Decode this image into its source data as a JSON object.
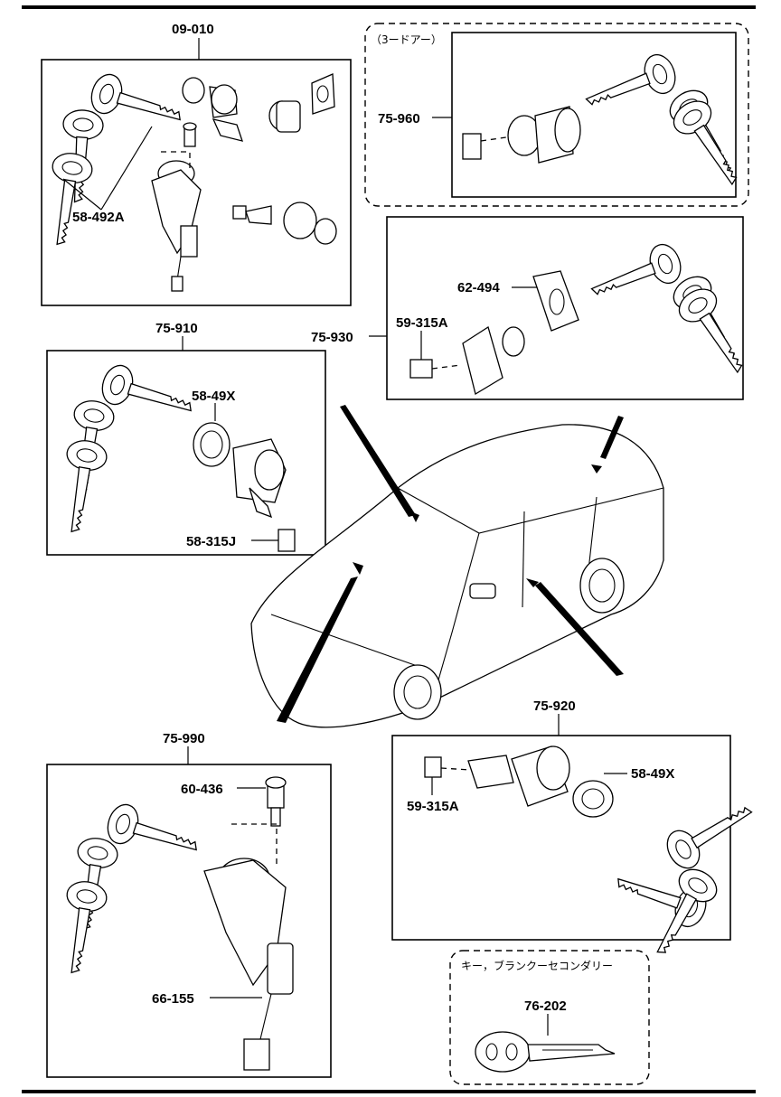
{
  "callouts": {
    "assy_09010": "09-010",
    "key_58492a": "58-492A",
    "note_3door": "（3ードアー）",
    "assy_75960": "75-960",
    "assy_75930": "75-930",
    "gasket_62494": "62-494",
    "clip_59315a_rear": "59-315A",
    "assy_75910": "75-910",
    "cap_58490x_left": "58-49X",
    "clip_58315j": "58-315J",
    "assy_75920": "75-920",
    "cap_58490x_right": "58-49X",
    "clip_59315a_door": "59-315A",
    "assy_75990": "75-990",
    "bolt_60436": "60-436",
    "switch_66155": "66-155",
    "note_blank_key": "キー，ブランクーセコンダリー",
    "blank_key_76202": "76-202"
  }
}
